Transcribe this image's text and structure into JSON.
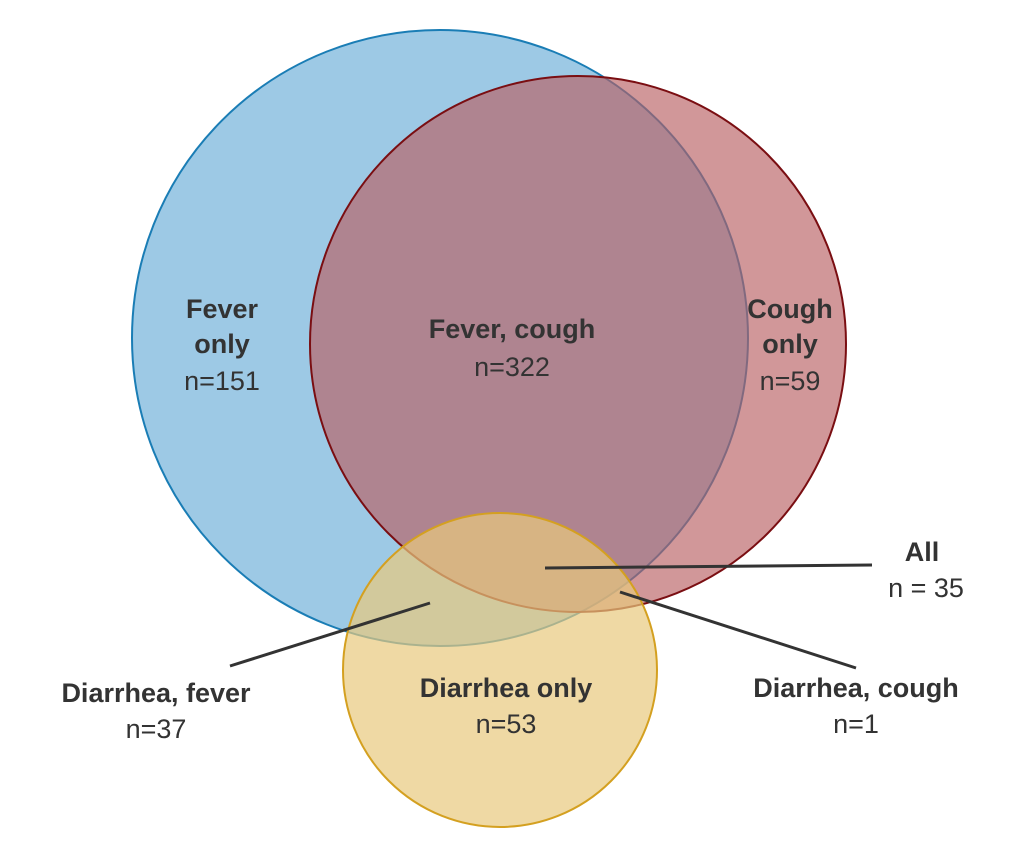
{
  "sets": {
    "fever": {
      "fill": "#8cc0e0",
      "stroke": "#1a7db5"
    },
    "cough": {
      "fill": "#b85f63",
      "stroke": "#7a0e12"
    },
    "diarrhea": {
      "fill": "#e8c97e",
      "stroke": "#d4a020"
    }
  },
  "regions": {
    "fever_only": {
      "title_line1": "Fever",
      "title_line2": "only",
      "count": "n=151"
    },
    "fever_cough": {
      "title": "Fever, cough",
      "count": "n=322"
    },
    "cough_only": {
      "title_line1": "Cough",
      "title_line2": "only",
      "count": "n=59"
    },
    "all": {
      "title": "All",
      "count": "n = 35"
    },
    "diarrhea_fever": {
      "title": "Diarrhea, fever",
      "count": "n=37"
    },
    "diarrhea_only": {
      "title": "Diarrhea only",
      "count": "n=53"
    },
    "diarrhea_cough": {
      "title": "Diarrhea, cough",
      "count": "n=1"
    }
  }
}
